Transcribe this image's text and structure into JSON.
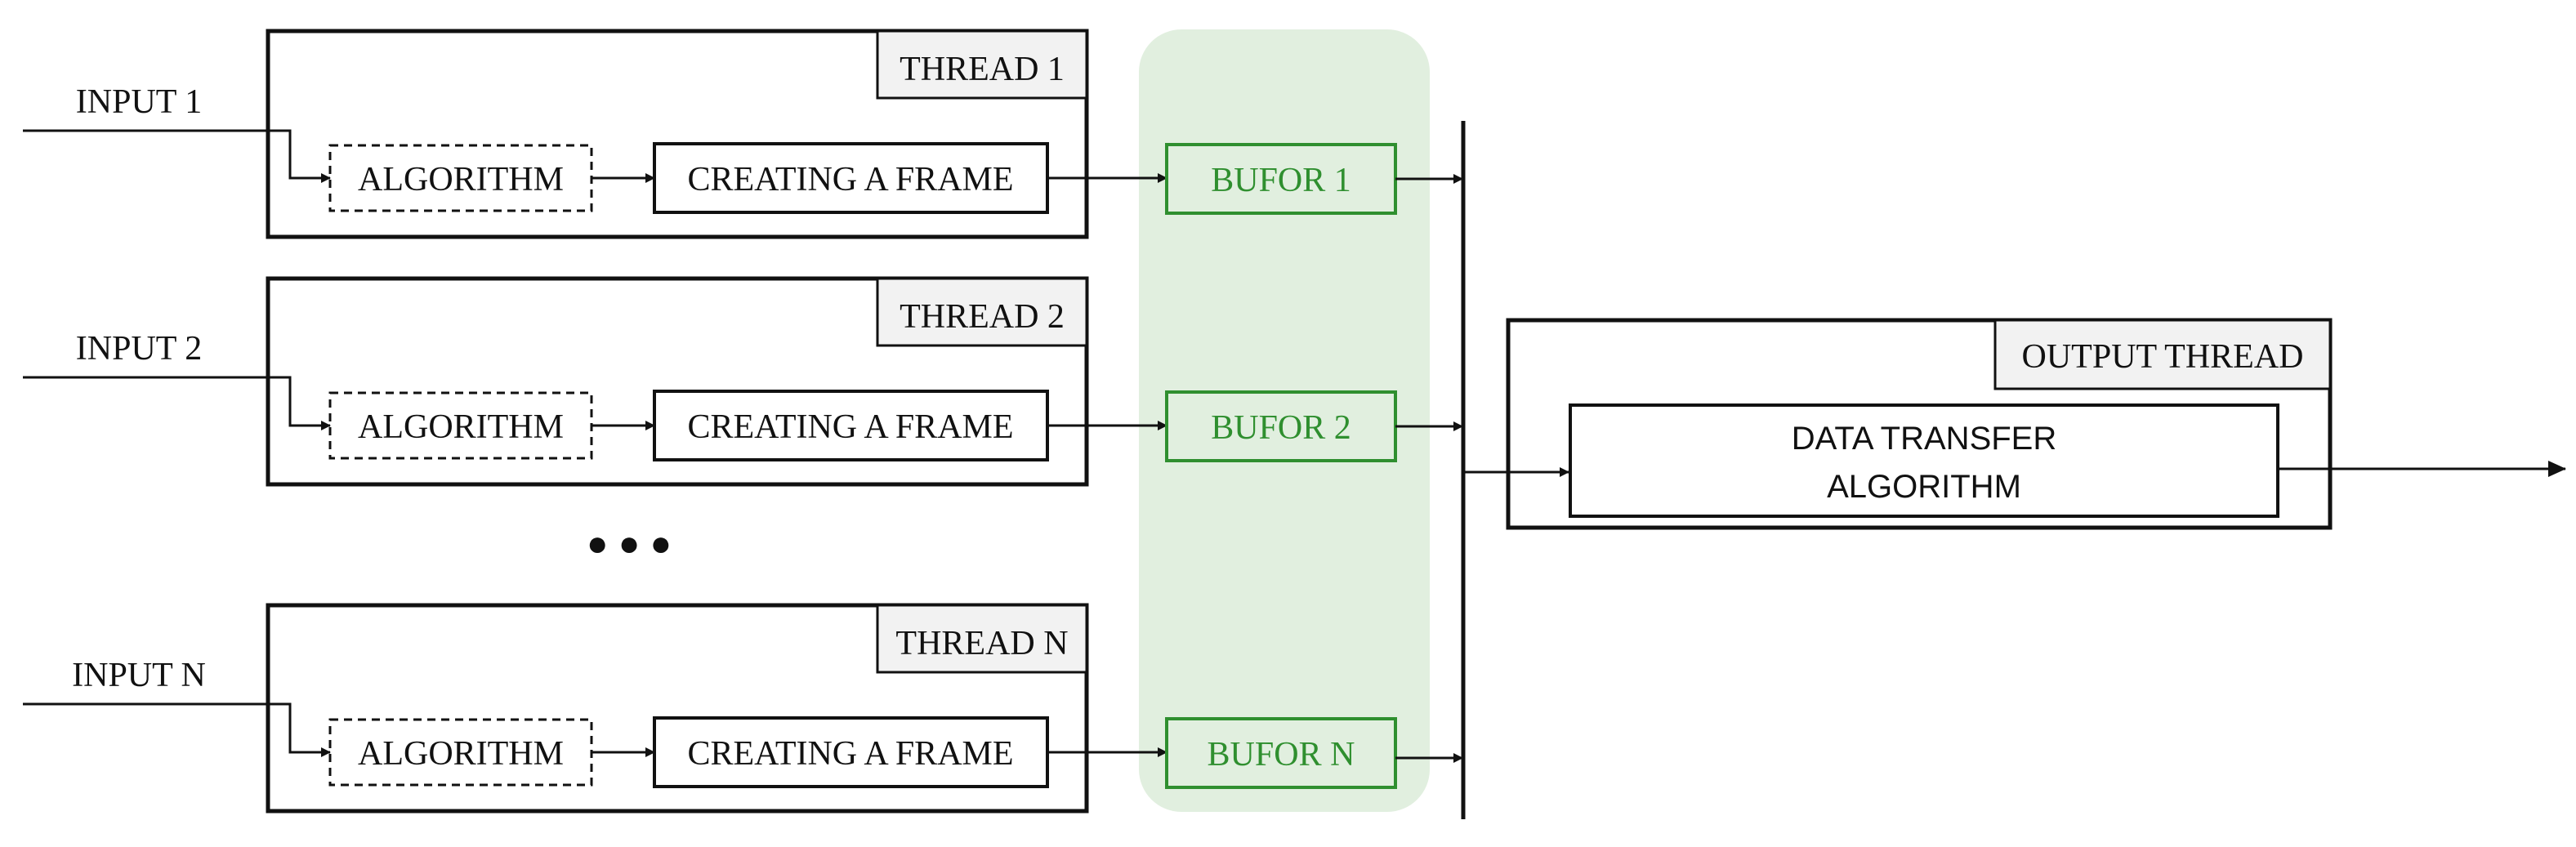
{
  "colors": {
    "buffer_zone_fill": "#e1efdf",
    "buffer_stroke": "#2f8f2f",
    "buffer_text": "#2f8f2f",
    "line": "#111111",
    "thread_label_fill": "#f2f2f2"
  },
  "inputs": [
    {
      "label": "INPUT 1",
      "thread": "THREAD 1",
      "algorithm": "ALGORITHM",
      "frame": "CREATING A FRAME",
      "buffer": "BUFOR 1"
    },
    {
      "label": "INPUT 2",
      "thread": "THREAD 2",
      "algorithm": "ALGORITHM",
      "frame": "CREATING A FRAME",
      "buffer": "BUFOR 2"
    },
    {
      "label": "INPUT N",
      "thread": "THREAD N",
      "algorithm": "ALGORITHM",
      "frame": "CREATING A FRAME",
      "buffer": "BUFOR N"
    }
  ],
  "ellipsis": "● ● ●",
  "output": {
    "thread": "OUTPUT THREAD",
    "algorithm_line1": "DATA TRANSFER",
    "algorithm_line2": "ALGORITHM"
  }
}
